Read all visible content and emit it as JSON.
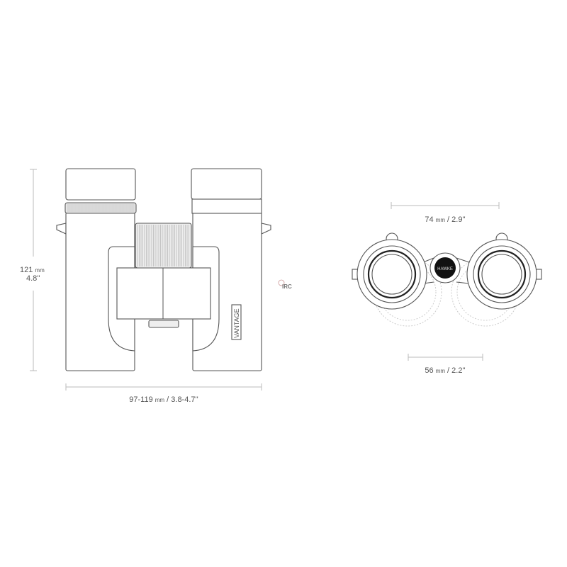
{
  "side_view": {
    "height_label": {
      "value": "121",
      "unit": "mm",
      "imperial": "4.8''"
    },
    "width_label": {
      "value": "97-119",
      "unit": "mm",
      "imperial": "/ 3.8-4.7''"
    },
    "model_label": "VANTAGE",
    "badge": "IRC"
  },
  "front_view": {
    "top_label": {
      "value": "74",
      "unit": "mm",
      "imperial": "/ 2.9''"
    },
    "bottom_label": {
      "value": "56",
      "unit": "mm",
      "imperial": "/ 2.2''"
    },
    "brand": "HAWKE"
  },
  "colors": {
    "line": "#555555",
    "dimension": "#bbbbbb",
    "brand_disk": "#111111"
  }
}
